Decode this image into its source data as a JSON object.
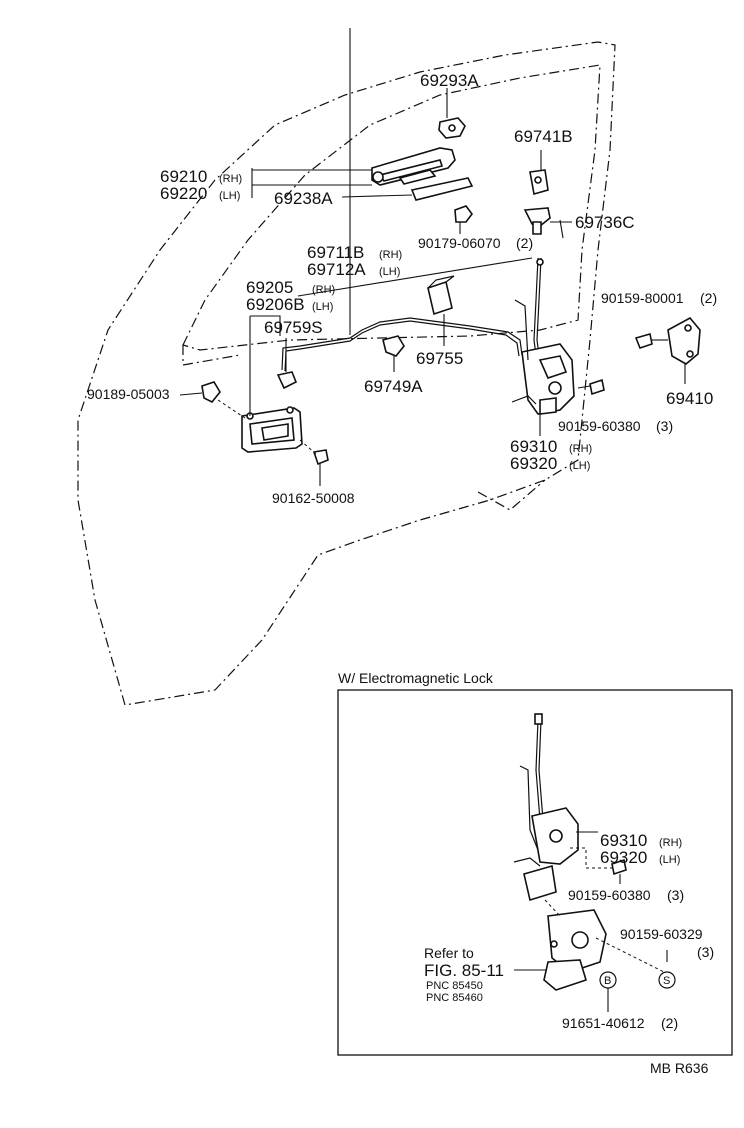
{
  "labels": {
    "p69293A": "69293A",
    "p69741B": "69741B",
    "p69210": "69210",
    "p69210_side": "(RH)",
    "p69220": "69220",
    "p69220_side": "(LH)",
    "p69238A": "69238A",
    "p69736C": "69736C",
    "p90179": "90179-06070",
    "p90179_qty": "(2)",
    "p69711B": "69711B",
    "p69711B_side": "(RH)",
    "p69712A": "69712A",
    "p69712A_side": "(LH)",
    "p69205": "69205",
    "p69205_side": "(RH)",
    "p69206B": "69206B",
    "p69206B_side": "(LH)",
    "p69759S": "69759S",
    "p69755": "69755",
    "p69749A": "69749A",
    "p90159_80001": "90159-80001",
    "p90159_80001_qty": "(2)",
    "p69410": "69410",
    "p90189": "90189-05003",
    "p90159_60380": "90159-60380",
    "p90159_60380_qty": "(3)",
    "p69310": "69310",
    "p69310_side": "(RH)",
    "p69320": "69320",
    "p69320_side": "(LH)",
    "p90162": "90162-50008"
  },
  "inset": {
    "title": "W/ Electromagnetic Lock",
    "p69310": "69310",
    "p69310_side": "(RH)",
    "p69320": "69320",
    "p69320_side": "(LH)",
    "p90159_60380": "90159-60380",
    "p90159_60380_qty": "(3)",
    "p90159_60329": "90159-60329",
    "p90159_60329_qty": "(3)",
    "refer": "Refer to",
    "fig": "FIG. 85-11",
    "pnc1": "PNC 85450",
    "pnc2": "PNC 85460",
    "p91651": "91651-40612",
    "p91651_qty": "(2)",
    "circle_b": "B",
    "circle_s": "S"
  },
  "footer": {
    "code": "MB  R636"
  }
}
